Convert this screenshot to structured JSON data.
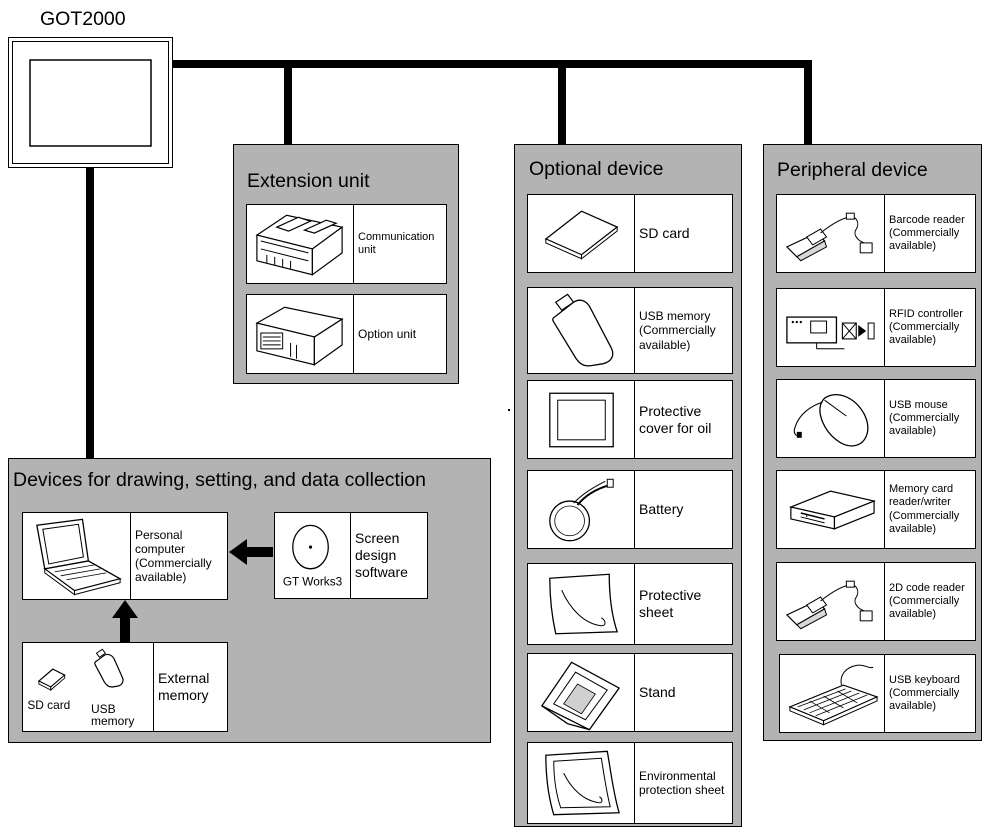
{
  "got": {
    "title": "GOT2000"
  },
  "extension": {
    "title": "Extension unit",
    "items": [
      {
        "label": "Communication unit",
        "icon": "communication-unit-icon"
      },
      {
        "label": "Option unit",
        "icon": "option-unit-icon"
      }
    ]
  },
  "optional": {
    "title": "Optional device",
    "items": [
      {
        "label": "SD card",
        "icon": "sd-card-icon"
      },
      {
        "label": "USB memory (Commercially available)",
        "icon": "usb-memory-icon"
      },
      {
        "label": "Protective cover for oil",
        "icon": "protective-cover-icon"
      },
      {
        "label": "Battery",
        "icon": "battery-icon"
      },
      {
        "label": "Protective sheet",
        "icon": "protective-sheet-icon"
      },
      {
        "label": "Stand",
        "icon": "stand-icon"
      },
      {
        "label": "Environmental protection sheet",
        "icon": "environmental-sheet-icon"
      }
    ]
  },
  "peripheral": {
    "title": "Peripheral device",
    "items": [
      {
        "label": "Barcode reader (Commercially available)",
        "icon": "barcode-reader-icon"
      },
      {
        "label": "RFID controller (Commercially available)",
        "icon": "rfid-controller-icon"
      },
      {
        "label": "USB mouse (Commercially available)",
        "icon": "usb-mouse-icon"
      },
      {
        "label": "Memory card reader/writer (Commercially available)",
        "icon": "card-reader-icon"
      },
      {
        "label": "2D code reader (Commercially available)",
        "icon": "2d-code-reader-icon"
      },
      {
        "label": "USB keyboard (Commercially available)",
        "icon": "usb-keyboard-icon"
      }
    ]
  },
  "drawing": {
    "title": "Devices for drawing, setting, and data collection",
    "pc": {
      "label": "Personal computer (Commercially available)",
      "icon": "laptop-icon"
    },
    "software": {
      "label": "Screen design software",
      "caption": "GT Works3",
      "icon": "cd-icon"
    },
    "memory": {
      "label": "External memory",
      "sd_caption": "SD card",
      "usb_caption": "USB memory"
    }
  },
  "colors": {
    "panel": "#b3b3b3",
    "line": "#000000",
    "card": "#ffffff"
  }
}
